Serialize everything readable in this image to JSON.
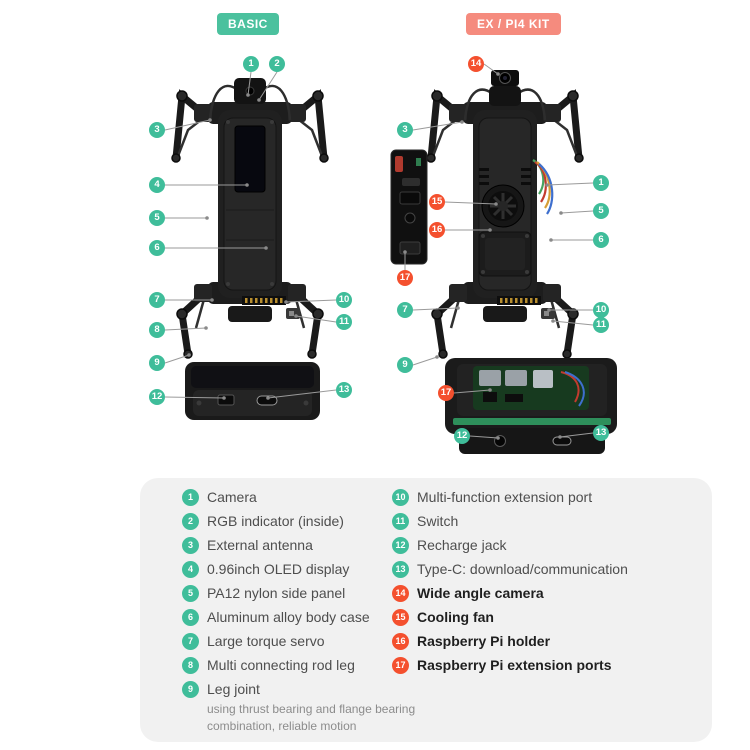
{
  "badges": {
    "basic": "BASIC",
    "ex": "EX / PI4 KIT"
  },
  "colors": {
    "teal": "#3FBD9A",
    "red": "#F4502E",
    "badge_basic": "#4BC19E",
    "badge_ex": "#F58B7E",
    "panel_bg": "#F1F1F1"
  },
  "callouts": {
    "basic": [
      "1",
      "2",
      "3",
      "4",
      "5",
      "6",
      "7",
      "8",
      "9",
      "10",
      "11",
      "12",
      "13"
    ],
    "ex": [
      "14",
      "3",
      "15",
      "16",
      "17",
      "1",
      "5",
      "6",
      "7",
      "9",
      "10",
      "11",
      "12",
      "13",
      "17"
    ]
  },
  "legend": {
    "left": [
      {
        "num": "1",
        "text": "Camera"
      },
      {
        "num": "2",
        "text": "RGB indicator (inside)"
      },
      {
        "num": "3",
        "text": "External antenna"
      },
      {
        "num": "4",
        "text": "0.96inch OLED display"
      },
      {
        "num": "5",
        "text": "PA12 nylon side panel"
      },
      {
        "num": "6",
        "text": "Aluminum alloy body case"
      },
      {
        "num": "7",
        "text": "Large torque servo"
      },
      {
        "num": "8",
        "text": "Multi connecting rod leg"
      },
      {
        "num": "9",
        "text": "Leg joint",
        "sub1": "using thrust bearing and flange bearing",
        "sub2": "combination, reliable motion"
      }
    ],
    "right_teal": [
      {
        "num": "10",
        "text": "Multi-function extension port"
      },
      {
        "num": "11",
        "text": "Switch"
      },
      {
        "num": "12",
        "text": "Recharge jack"
      },
      {
        "num": "13",
        "text": "Type-C: download/communication"
      }
    ],
    "right_red": [
      {
        "num": "14",
        "text": "Wide angle camera"
      },
      {
        "num": "15",
        "text": "Cooling fan"
      },
      {
        "num": "16",
        "text": "Raspberry Pi holder"
      },
      {
        "num": "17",
        "text": "Raspberry Pi extension ports"
      }
    ]
  }
}
